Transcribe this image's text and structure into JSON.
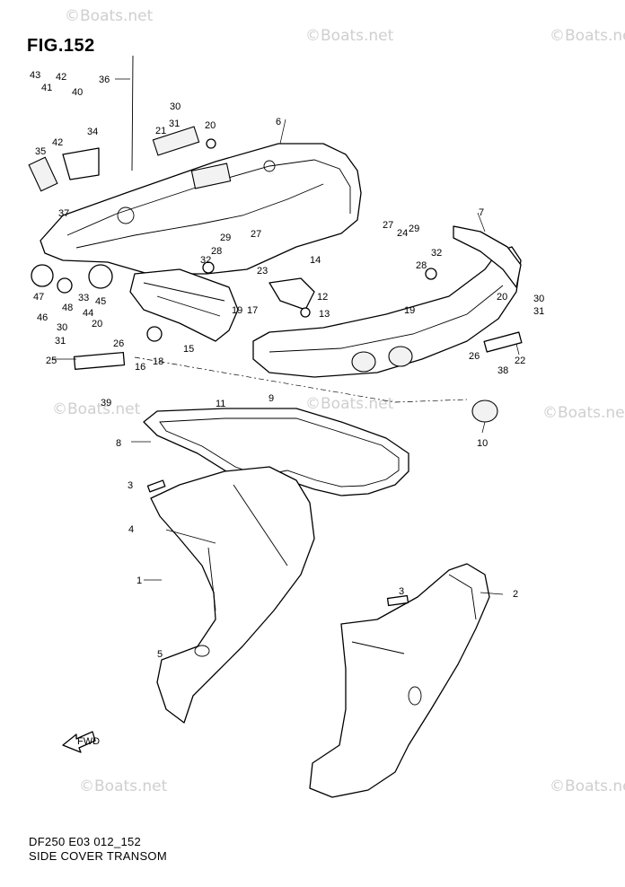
{
  "figure_title": "FIG.152",
  "watermark_text": "Boats.net",
  "footer": {
    "model_code": "DF250 E03 012_152",
    "section_name": "SIDE COVER TRANSOM"
  },
  "fwd_badge_text": "FWD",
  "callouts": [
    "1",
    "2",
    "3",
    "3",
    "4",
    "5",
    "6",
    "7",
    "8",
    "9",
    "10",
    "11",
    "12",
    "13",
    "14",
    "15",
    "16",
    "17",
    "18",
    "19",
    "19",
    "20",
    "20",
    "20",
    "21",
    "22",
    "23",
    "24",
    "25",
    "26",
    "26",
    "27",
    "27",
    "28",
    "28",
    "29",
    "29",
    "30",
    "30",
    "30",
    "31",
    "31",
    "31",
    "32",
    "32",
    "33",
    "34",
    "35",
    "36",
    "37",
    "38",
    "39",
    "40",
    "41",
    "42",
    "42",
    "43",
    "44",
    "45",
    "46",
    "47",
    "48"
  ],
  "colors": {
    "line": "#000000",
    "background": "#ffffff",
    "watermark": "#cfcfcf"
  }
}
